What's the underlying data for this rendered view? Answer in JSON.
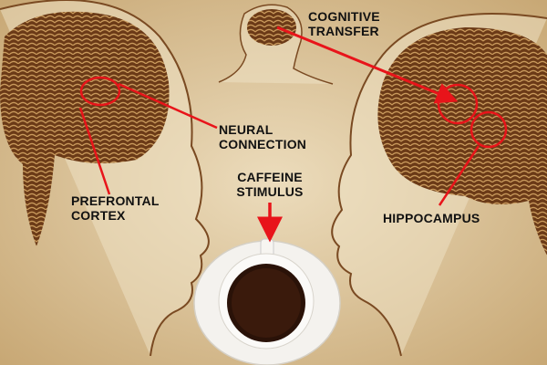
{
  "labels": {
    "cognitive_transfer": [
      "COGNITIVE",
      "TRANSFER"
    ],
    "neural_connection": [
      "NEURAL",
      "CONNECTION"
    ],
    "prefrontal_cortex": [
      "PREFRONTAL",
      "CORTEX"
    ],
    "caffeine_stimulus": [
      "CAFFEINE",
      "STIMULUS"
    ],
    "hippocampus": "HIPPOCAMPUS"
  },
  "colors": {
    "background": "#d9c39c",
    "brain": "#5a2e12",
    "annotation": "#e8141a",
    "outline": "#7a4a22"
  }
}
